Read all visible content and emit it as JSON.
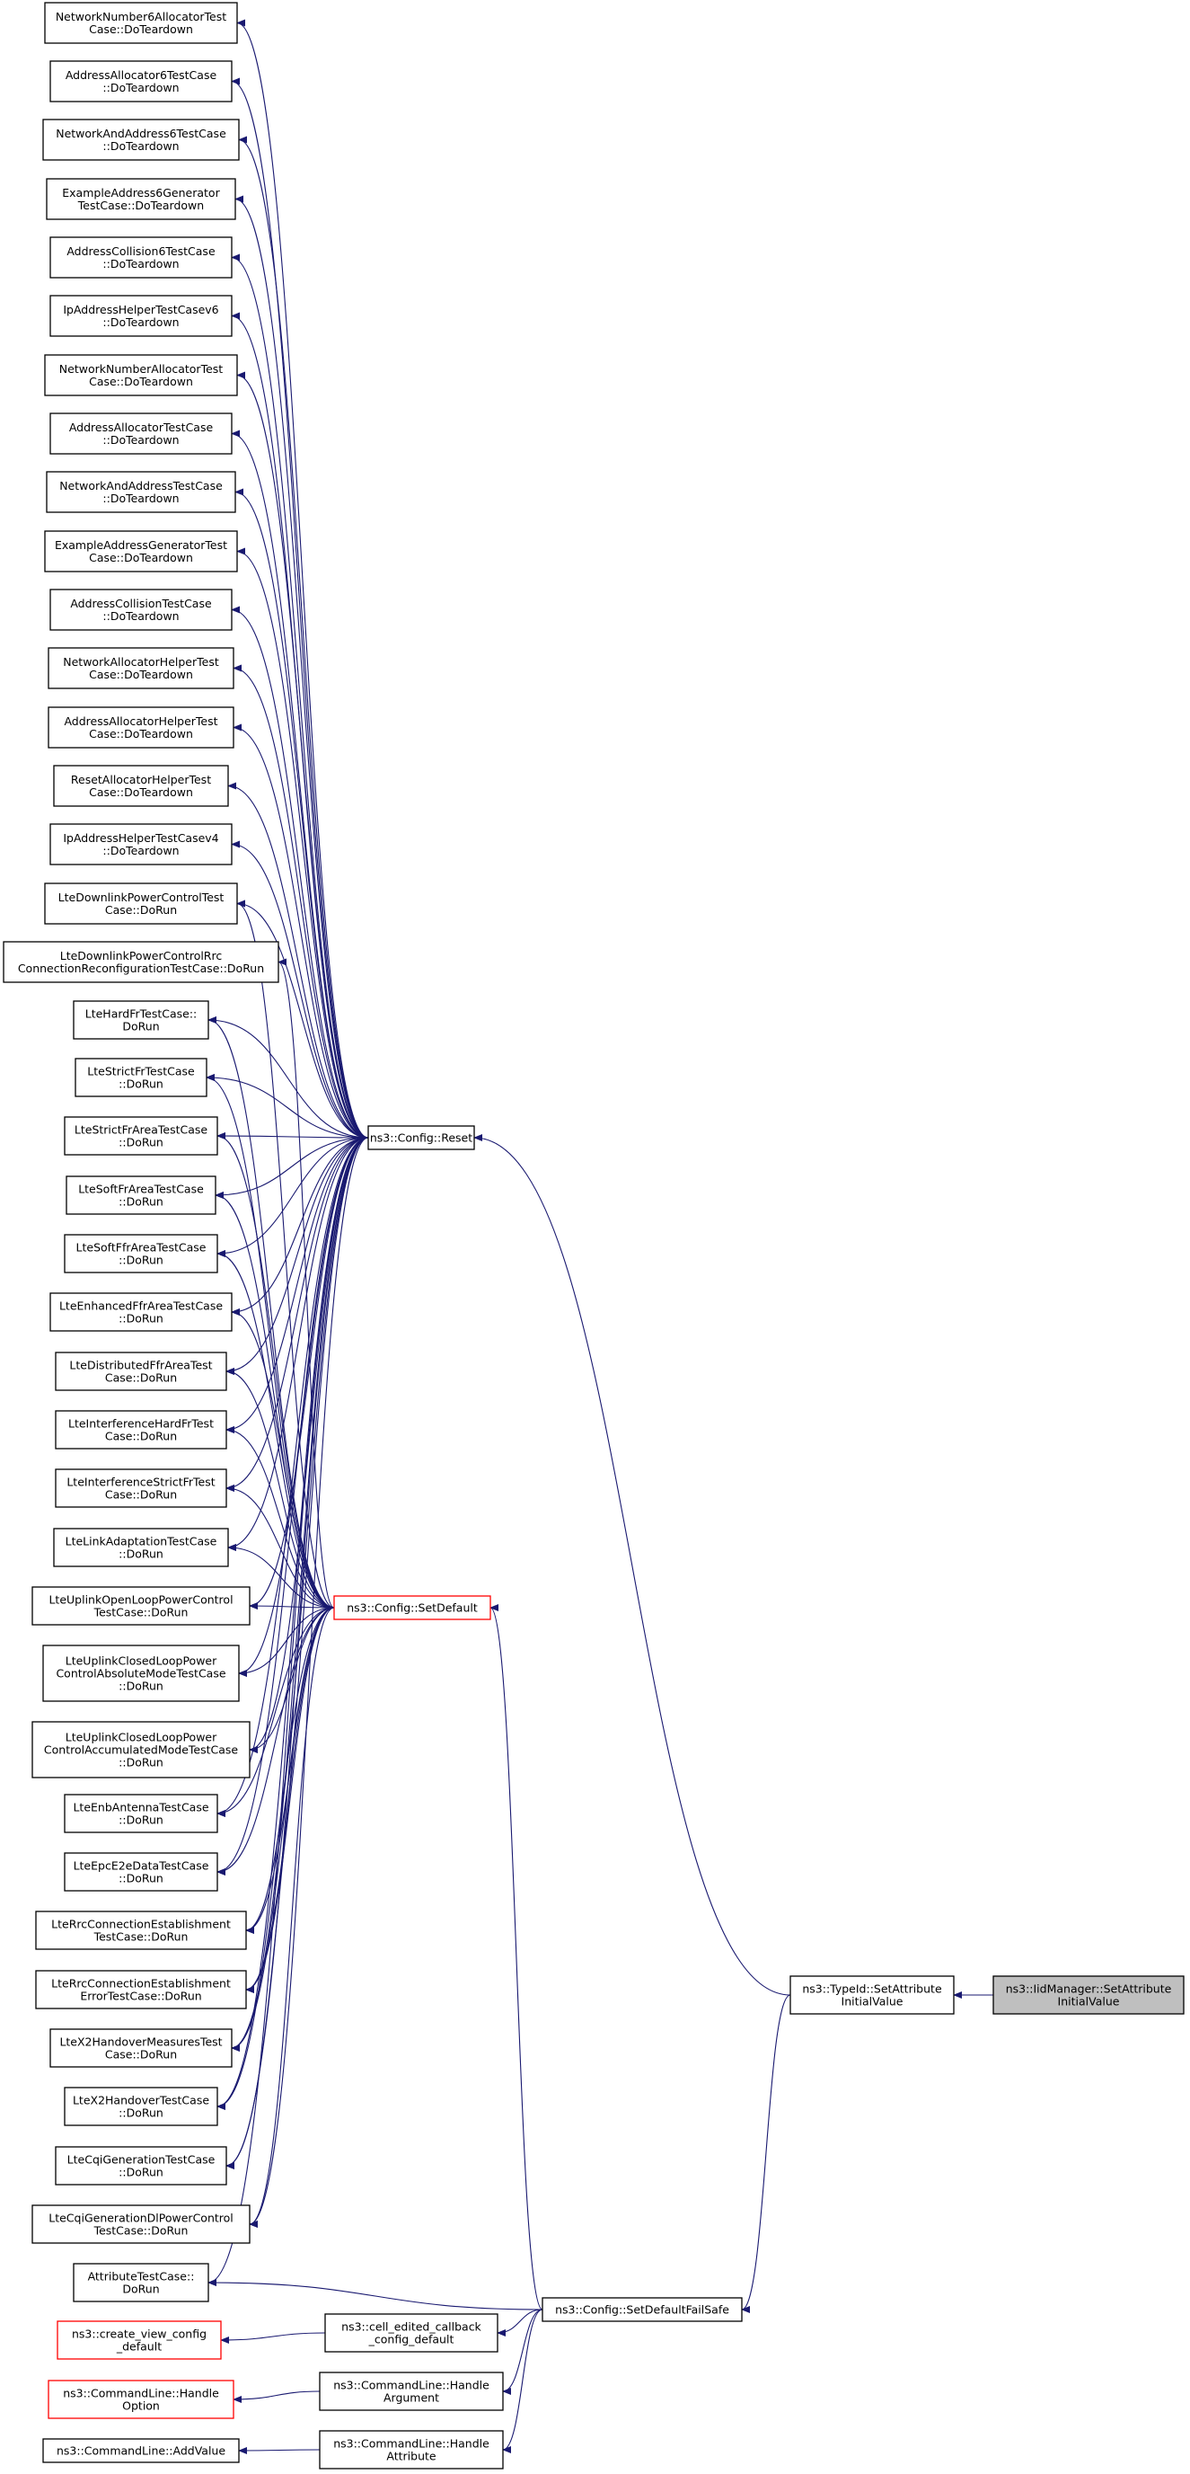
{
  "nodes": [
    {
      "id": "c1",
      "lines": [
        "NetworkNumber6AllocatorTest",
        "Case::DoTeardown"
      ],
      "style": "normal"
    },
    {
      "id": "c2",
      "lines": [
        "AddressAllocator6TestCase",
        "::DoTeardown"
      ],
      "style": "normal"
    },
    {
      "id": "c3",
      "lines": [
        "NetworkAndAddress6TestCase",
        "::DoTeardown"
      ],
      "style": "normal"
    },
    {
      "id": "c4",
      "lines": [
        "ExampleAddress6Generator",
        "TestCase::DoTeardown"
      ],
      "style": "normal"
    },
    {
      "id": "c5",
      "lines": [
        "AddressCollision6TestCase",
        "::DoTeardown"
      ],
      "style": "normal"
    },
    {
      "id": "c6",
      "lines": [
        "IpAddressHelperTestCasev6",
        "::DoTeardown"
      ],
      "style": "normal"
    },
    {
      "id": "c7",
      "lines": [
        "NetworkNumberAllocatorTest",
        "Case::DoTeardown"
      ],
      "style": "normal"
    },
    {
      "id": "c8",
      "lines": [
        "AddressAllocatorTestCase",
        "::DoTeardown"
      ],
      "style": "normal"
    },
    {
      "id": "c9",
      "lines": [
        "NetworkAndAddressTestCase",
        "::DoTeardown"
      ],
      "style": "normal"
    },
    {
      "id": "c10",
      "lines": [
        "ExampleAddressGeneratorTest",
        "Case::DoTeardown"
      ],
      "style": "normal"
    },
    {
      "id": "c11",
      "lines": [
        "AddressCollisionTestCase",
        "::DoTeardown"
      ],
      "style": "normal"
    },
    {
      "id": "c12",
      "lines": [
        "NetworkAllocatorHelperTest",
        "Case::DoTeardown"
      ],
      "style": "normal"
    },
    {
      "id": "c13",
      "lines": [
        "AddressAllocatorHelperTest",
        "Case::DoTeardown"
      ],
      "style": "normal"
    },
    {
      "id": "c14",
      "lines": [
        "ResetAllocatorHelperTest",
        "Case::DoTeardown"
      ],
      "style": "normal"
    },
    {
      "id": "c15",
      "lines": [
        "IpAddressHelperTestCasev4",
        "::DoTeardown"
      ],
      "style": "normal"
    },
    {
      "id": "d1",
      "lines": [
        "LteDownlinkPowerControlTest",
        "Case::DoRun"
      ],
      "style": "normal"
    },
    {
      "id": "d2",
      "lines": [
        "LteDownlinkPowerControlRrc",
        "ConnectionReconfigurationTestCase::DoRun"
      ],
      "style": "normal"
    },
    {
      "id": "d3",
      "lines": [
        "LteHardFrTestCase::",
        "DoRun"
      ],
      "style": "normal"
    },
    {
      "id": "d4",
      "lines": [
        "LteStrictFrTestCase",
        "::DoRun"
      ],
      "style": "normal"
    },
    {
      "id": "d5",
      "lines": [
        "LteStrictFrAreaTestCase",
        "::DoRun"
      ],
      "style": "normal"
    },
    {
      "id": "d6",
      "lines": [
        "LteSoftFrAreaTestCase",
        "::DoRun"
      ],
      "style": "normal"
    },
    {
      "id": "d7",
      "lines": [
        "LteSoftFfrAreaTestCase",
        "::DoRun"
      ],
      "style": "normal"
    },
    {
      "id": "d8",
      "lines": [
        "LteEnhancedFfrAreaTestCase",
        "::DoRun"
      ],
      "style": "normal"
    },
    {
      "id": "d9",
      "lines": [
        "LteDistributedFfrAreaTest",
        "Case::DoRun"
      ],
      "style": "normal"
    },
    {
      "id": "d10",
      "lines": [
        "LteInterferenceHardFrTest",
        "Case::DoRun"
      ],
      "style": "normal"
    },
    {
      "id": "d11",
      "lines": [
        "LteInterferenceStrictFrTest",
        "Case::DoRun"
      ],
      "style": "normal"
    },
    {
      "id": "d12",
      "lines": [
        "LteLinkAdaptationTestCase",
        "::DoRun"
      ],
      "style": "normal"
    },
    {
      "id": "d13",
      "lines": [
        "LteUplinkOpenLoopPowerControl",
        "TestCase::DoRun"
      ],
      "style": "normal"
    },
    {
      "id": "d14",
      "lines": [
        "LteUplinkClosedLoopPower",
        "ControlAbsoluteModeTestCase",
        "::DoRun"
      ],
      "style": "normal"
    },
    {
      "id": "d15",
      "lines": [
        "LteUplinkClosedLoopPower",
        "ControlAccumulatedModeTestCase",
        "::DoRun"
      ],
      "style": "normal"
    },
    {
      "id": "d16",
      "lines": [
        "LteEnbAntennaTestCase",
        "::DoRun"
      ],
      "style": "normal"
    },
    {
      "id": "d17",
      "lines": [
        "LteEpcE2eDataTestCase",
        "::DoRun"
      ],
      "style": "normal"
    },
    {
      "id": "d18",
      "lines": [
        "LteRrcConnectionEstablishment",
        "TestCase::DoRun"
      ],
      "style": "normal"
    },
    {
      "id": "d19",
      "lines": [
        "LteRrcConnectionEstablishment",
        "ErrorTestCase::DoRun"
      ],
      "style": "normal"
    },
    {
      "id": "d20",
      "lines": [
        "LteX2HandoverMeasuresTest",
        "Case::DoRun"
      ],
      "style": "normal"
    },
    {
      "id": "d21",
      "lines": [
        "LteX2HandoverTestCase",
        "::DoRun"
      ],
      "style": "normal"
    },
    {
      "id": "d22",
      "lines": [
        "LteCqiGenerationTestCase",
        "::DoRun"
      ],
      "style": "normal"
    },
    {
      "id": "d23",
      "lines": [
        "LteCqiGenerationDlPowerControl",
        "TestCase::DoRun"
      ],
      "style": "normal"
    },
    {
      "id": "e1",
      "lines": [
        "AttributeTestCase::",
        "DoRun"
      ],
      "style": "normal"
    },
    {
      "id": "e2",
      "lines": [
        "ns3::create_view_config",
        "_default"
      ],
      "style": "red"
    },
    {
      "id": "e3",
      "lines": [
        "ns3::CommandLine::Handle",
        "Option"
      ],
      "style": "red"
    },
    {
      "id": "e4",
      "lines": [
        "ns3::CommandLine::AddValue"
      ],
      "style": "normal"
    },
    {
      "id": "reset",
      "lines": [
        "ns3::Config::Reset"
      ],
      "style": "normal"
    },
    {
      "id": "setdef",
      "lines": [
        "ns3::Config::SetDefault"
      ],
      "style": "red"
    },
    {
      "id": "cell",
      "lines": [
        "ns3::cell_edited_callback",
        "_config_default"
      ],
      "style": "normal"
    },
    {
      "id": "harg",
      "lines": [
        "ns3::CommandLine::Handle",
        "Argument"
      ],
      "style": "normal"
    },
    {
      "id": "hattr",
      "lines": [
        "ns3::CommandLine::Handle",
        "Attribute"
      ],
      "style": "normal"
    },
    {
      "id": "failsafe",
      "lines": [
        "ns3::Config::SetDefaultFailSafe"
      ],
      "style": "normal"
    },
    {
      "id": "typeid",
      "lines": [
        "ns3::TypeId::SetAttribute",
        "InitialValue"
      ],
      "style": "normal"
    },
    {
      "id": "iid",
      "lines": [
        "ns3::IidManager::SetAttribute",
        "InitialValue"
      ],
      "style": "gray"
    }
  ],
  "edges": [
    [
      "reset",
      "c1"
    ],
    [
      "reset",
      "c2"
    ],
    [
      "reset",
      "c3"
    ],
    [
      "reset",
      "c4"
    ],
    [
      "reset",
      "c5"
    ],
    [
      "reset",
      "c6"
    ],
    [
      "reset",
      "c7"
    ],
    [
      "reset",
      "c8"
    ],
    [
      "reset",
      "c9"
    ],
    [
      "reset",
      "c10"
    ],
    [
      "reset",
      "c11"
    ],
    [
      "reset",
      "c12"
    ],
    [
      "reset",
      "c13"
    ],
    [
      "reset",
      "c14"
    ],
    [
      "reset",
      "c15"
    ],
    [
      "reset",
      "d1"
    ],
    [
      "reset",
      "d3"
    ],
    [
      "reset",
      "d4"
    ],
    [
      "reset",
      "d5"
    ],
    [
      "reset",
      "d6"
    ],
    [
      "reset",
      "d7"
    ],
    [
      "reset",
      "d8"
    ],
    [
      "reset",
      "d9"
    ],
    [
      "reset",
      "d10"
    ],
    [
      "reset",
      "d11"
    ],
    [
      "reset",
      "d12"
    ],
    [
      "reset",
      "d13"
    ],
    [
      "reset",
      "d14"
    ],
    [
      "reset",
      "d15"
    ],
    [
      "reset",
      "d16"
    ],
    [
      "reset",
      "d17"
    ],
    [
      "reset",
      "d18"
    ],
    [
      "reset",
      "d19"
    ],
    [
      "reset",
      "d20"
    ],
    [
      "reset",
      "d21"
    ],
    [
      "reset",
      "d22"
    ],
    [
      "reset",
      "d23"
    ],
    [
      "reset",
      "e1"
    ],
    [
      "setdef",
      "d1"
    ],
    [
      "setdef",
      "d2"
    ],
    [
      "setdef",
      "d3"
    ],
    [
      "setdef",
      "d4"
    ],
    [
      "setdef",
      "d5"
    ],
    [
      "setdef",
      "d6"
    ],
    [
      "setdef",
      "d7"
    ],
    [
      "setdef",
      "d8"
    ],
    [
      "setdef",
      "d9"
    ],
    [
      "setdef",
      "d10"
    ],
    [
      "setdef",
      "d11"
    ],
    [
      "setdef",
      "d12"
    ],
    [
      "setdef",
      "d13"
    ],
    [
      "setdef",
      "d14"
    ],
    [
      "setdef",
      "d15"
    ],
    [
      "setdef",
      "d16"
    ],
    [
      "setdef",
      "d17"
    ],
    [
      "setdef",
      "d18"
    ],
    [
      "setdef",
      "d19"
    ],
    [
      "setdef",
      "d20"
    ],
    [
      "setdef",
      "d21"
    ],
    [
      "setdef",
      "d22"
    ],
    [
      "setdef",
      "d23"
    ],
    [
      "failsafe",
      "setdef"
    ],
    [
      "failsafe",
      "e1"
    ],
    [
      "failsafe",
      "cell"
    ],
    [
      "failsafe",
      "harg"
    ],
    [
      "failsafe",
      "hattr"
    ],
    [
      "cell",
      "e2"
    ],
    [
      "harg",
      "e3"
    ],
    [
      "hattr",
      "e4"
    ],
    [
      "typeid",
      "reset"
    ],
    [
      "typeid",
      "failsafe"
    ],
    [
      "iid",
      "typeid"
    ]
  ],
  "colors": {
    "edge": "#191970",
    "node_border": "#000000",
    "red_border": "#ff0000",
    "highlight_fill": "#bfbfbf",
    "background": "#ffffff"
  }
}
